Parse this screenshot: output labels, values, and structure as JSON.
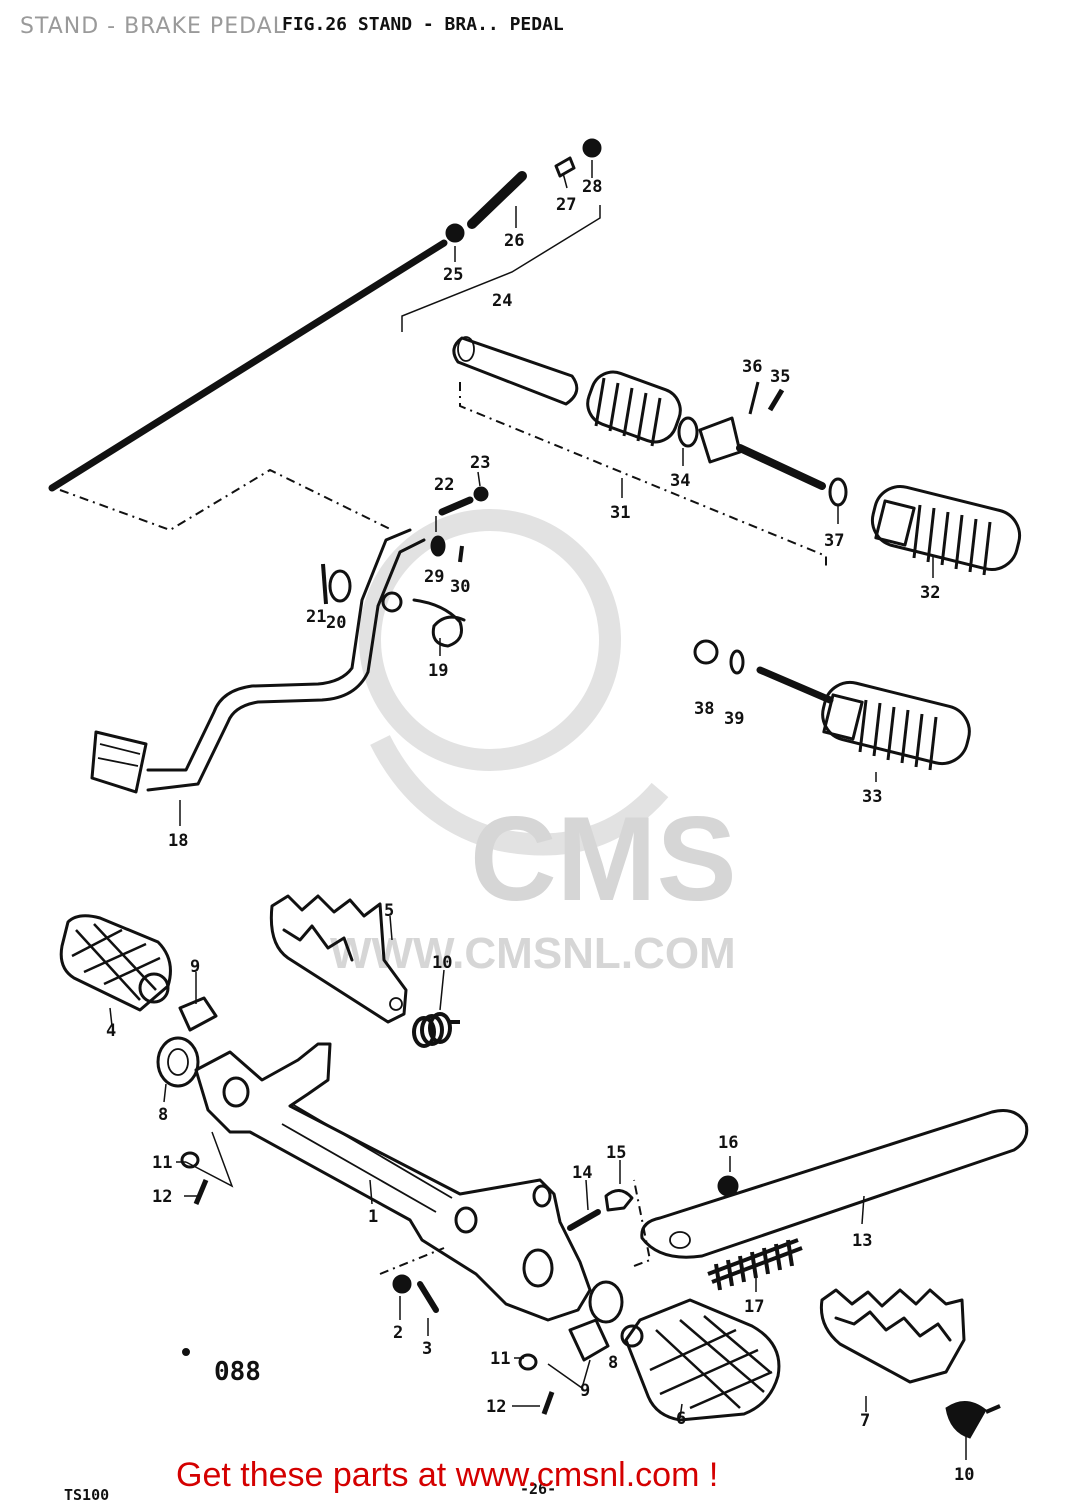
{
  "header": {
    "overlay_title": "STAND - BRAKE PEDAL",
    "scan_title": "FIG.26  STAND - BRA.. PEDAL"
  },
  "watermark": {
    "brand": "CMS",
    "url": "WWW.CMSNL.COM",
    "color": "#d6d6d6"
  },
  "part_numbers": [
    "1",
    "2",
    "3",
    "4",
    "5",
    "6",
    "7",
    "8",
    "8",
    "9",
    "9",
    "10",
    "10",
    "11",
    "11",
    "12",
    "12",
    "13",
    "14",
    "15",
    "16",
    "17",
    "18",
    "19",
    "20",
    "21",
    "22",
    "23",
    "24",
    "25",
    "26",
    "27",
    "28",
    "29",
    "30",
    "31",
    "32",
    "33",
    "34",
    "35",
    "36",
    "37",
    "38",
    "39"
  ],
  "labels": {
    "n1": "1",
    "n2": "2",
    "n3": "3",
    "n4": "4",
    "n5": "5",
    "n6": "6",
    "n7": "7",
    "n8a": "8",
    "n8b": "8",
    "n9a": "9",
    "n9b": "9",
    "n10a": "10",
    "n10b": "10",
    "n11a": "11",
    "n11b": "11",
    "n12a": "12",
    "n12b": "12",
    "n13": "13",
    "n14": "14",
    "n15": "15",
    "n16": "16",
    "n17": "17",
    "n18": "18",
    "n19": "19",
    "n20": "20",
    "n21": "21",
    "n22": "22",
    "n23": "23",
    "n24": "24",
    "n25": "25",
    "n26": "26",
    "n27": "27",
    "n28": "28",
    "n29": "29",
    "n30": "30",
    "n31": "31",
    "n32": "32",
    "n33": "33",
    "n34": "34",
    "n35": "35",
    "n36": "36",
    "n37": "37",
    "n38": "38",
    "n39": "39"
  },
  "diagram_code": "088",
  "model_code": "TS100",
  "page_ref": "-26-",
  "footer": {
    "text": "Get these parts at www.cmsnl.com !",
    "color": "#d40000"
  }
}
